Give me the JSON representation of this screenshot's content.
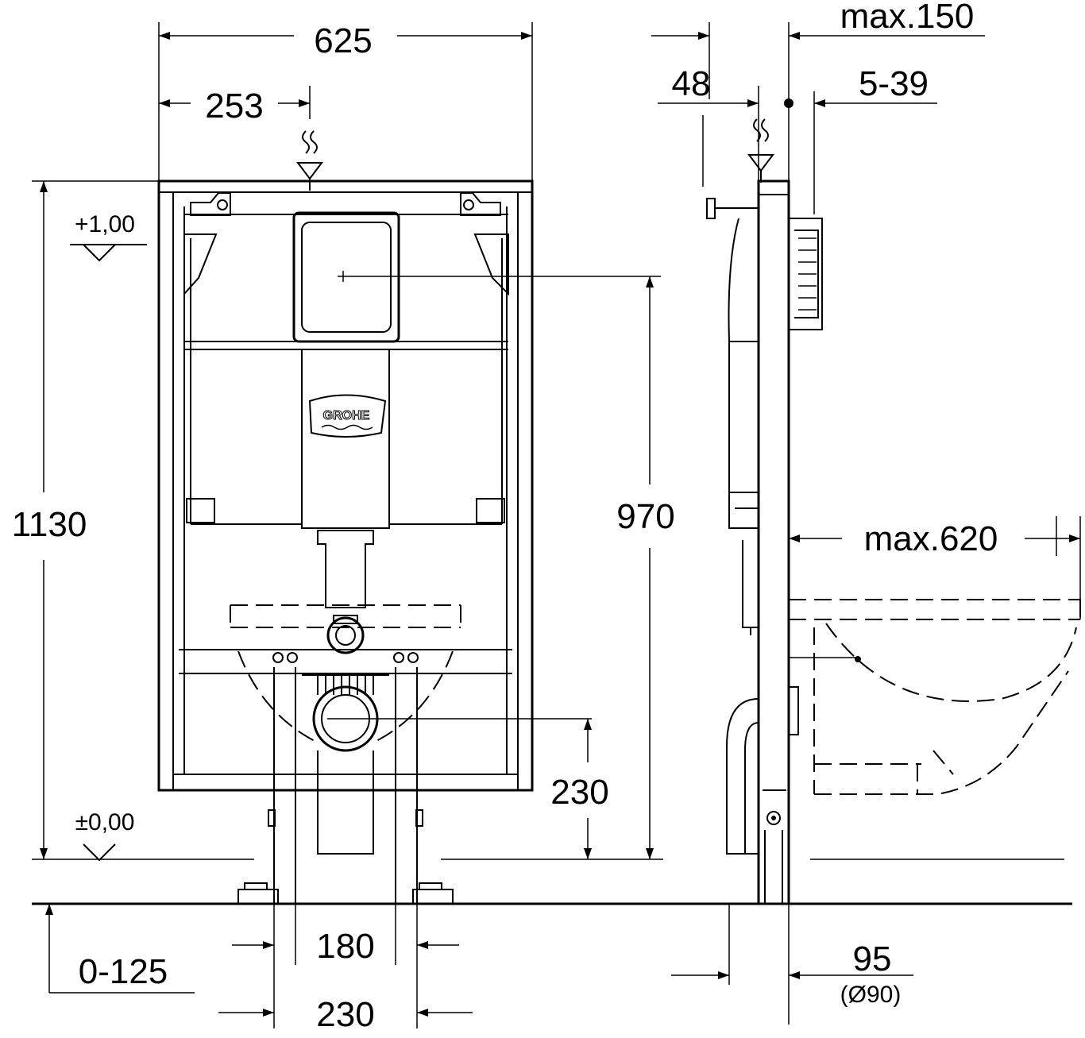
{
  "drawing": {
    "front_view": {
      "width_total": "625",
      "width_to_center": "253",
      "height_total": "1130",
      "level_top": "+1,00",
      "level_floor": "±0,00",
      "flush_plate_height": "970",
      "drain_height": "230",
      "leg_inner": "180",
      "leg_outer": "230",
      "foot_adjust": "0-125",
      "logo_text": "GROHE"
    },
    "side_view": {
      "max_depth": "max.150",
      "depth_48": "48",
      "wall_range": "5-39",
      "max_projection": "max.620",
      "pipe_width": "95",
      "pipe_diameter": "(Ø90)"
    }
  }
}
